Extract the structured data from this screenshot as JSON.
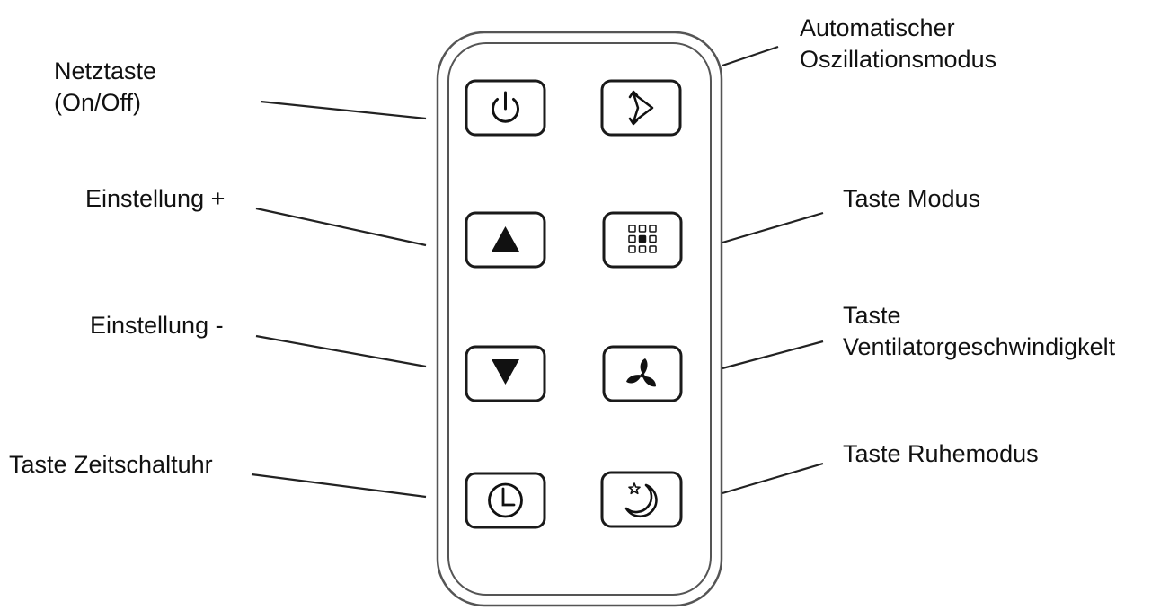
{
  "labels": {
    "power": {
      "line1": "Netztaste",
      "line2": "(On/Off)"
    },
    "plus": "Einstellung +",
    "minus": "Einstellung -",
    "timer": "Taste Zeitschaltuhr",
    "oscillation": {
      "line1": "Automatischer",
      "line2": "Oszillationsmodus"
    },
    "mode": "Taste Modus",
    "fan_speed": {
      "line1": "Taste",
      "line2": "Ventilatorgeschwindigkelt"
    },
    "sleep": "Taste Ruhemodus"
  },
  "icons": {
    "power": "power-icon",
    "oscillation": "oscillation-icon",
    "up": "triangle-up-icon",
    "mode": "mode-grid-icon",
    "down": "triangle-down-icon",
    "fan": "fan-icon",
    "timer": "clock-icon",
    "sleep": "moon-star-icon"
  },
  "colors": {
    "line": "#222222",
    "remote_outline": "#555555",
    "button_outline": "#1a1a1a",
    "text": "#111111"
  }
}
